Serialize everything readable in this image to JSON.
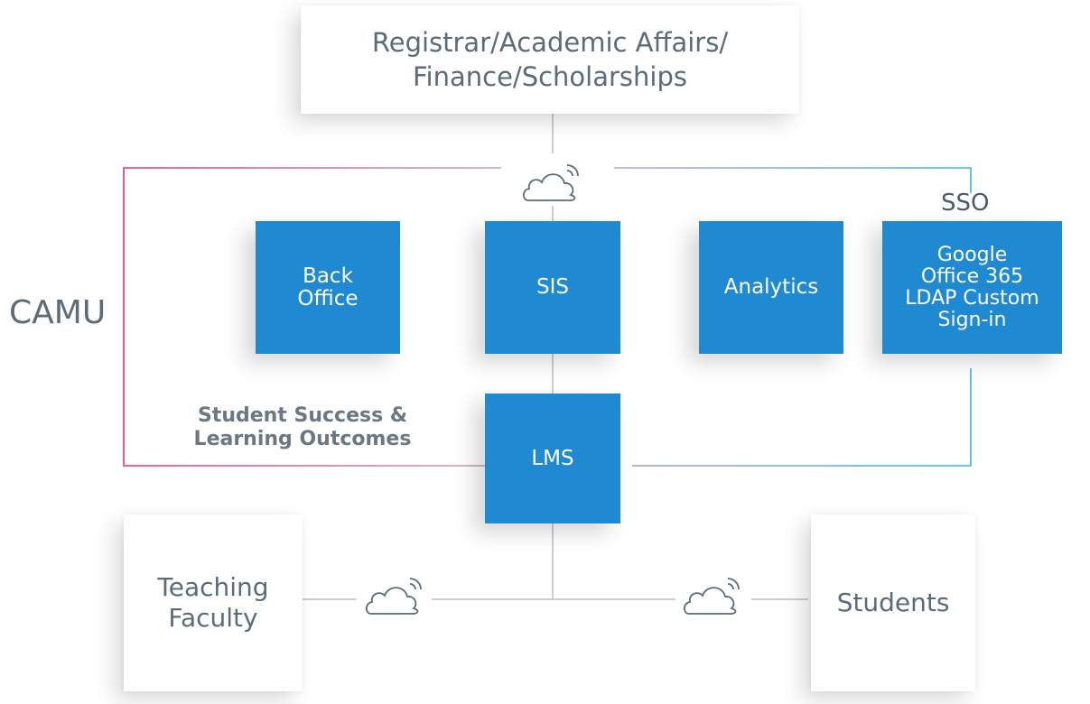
{
  "top_box": {
    "text": "Registrar/Academic Affairs/\nFinance/Scholarships"
  },
  "camu_label": "CAMU",
  "sso_label": "SSO",
  "modules": {
    "back_office": "Back\nOffice",
    "sis": "SIS",
    "analytics": "Analytics",
    "sso_box": "Google\nOffice 365\nLDAP Custom\nSign-in",
    "lms": "LMS"
  },
  "student_success_label": "Student Success &\nLearning Outcomes",
  "teaching_faculty": "Teaching\nFaculty",
  "students": "Students",
  "colors": {
    "blue": "#1f8ad2",
    "pink": "#e2336b",
    "cyan": "#39b6e0",
    "gray_text": "#5b6b78",
    "connector": "#9aa3aa"
  },
  "icons": [
    "cloud-icon",
    "cloud-icon",
    "cloud-icon"
  ]
}
